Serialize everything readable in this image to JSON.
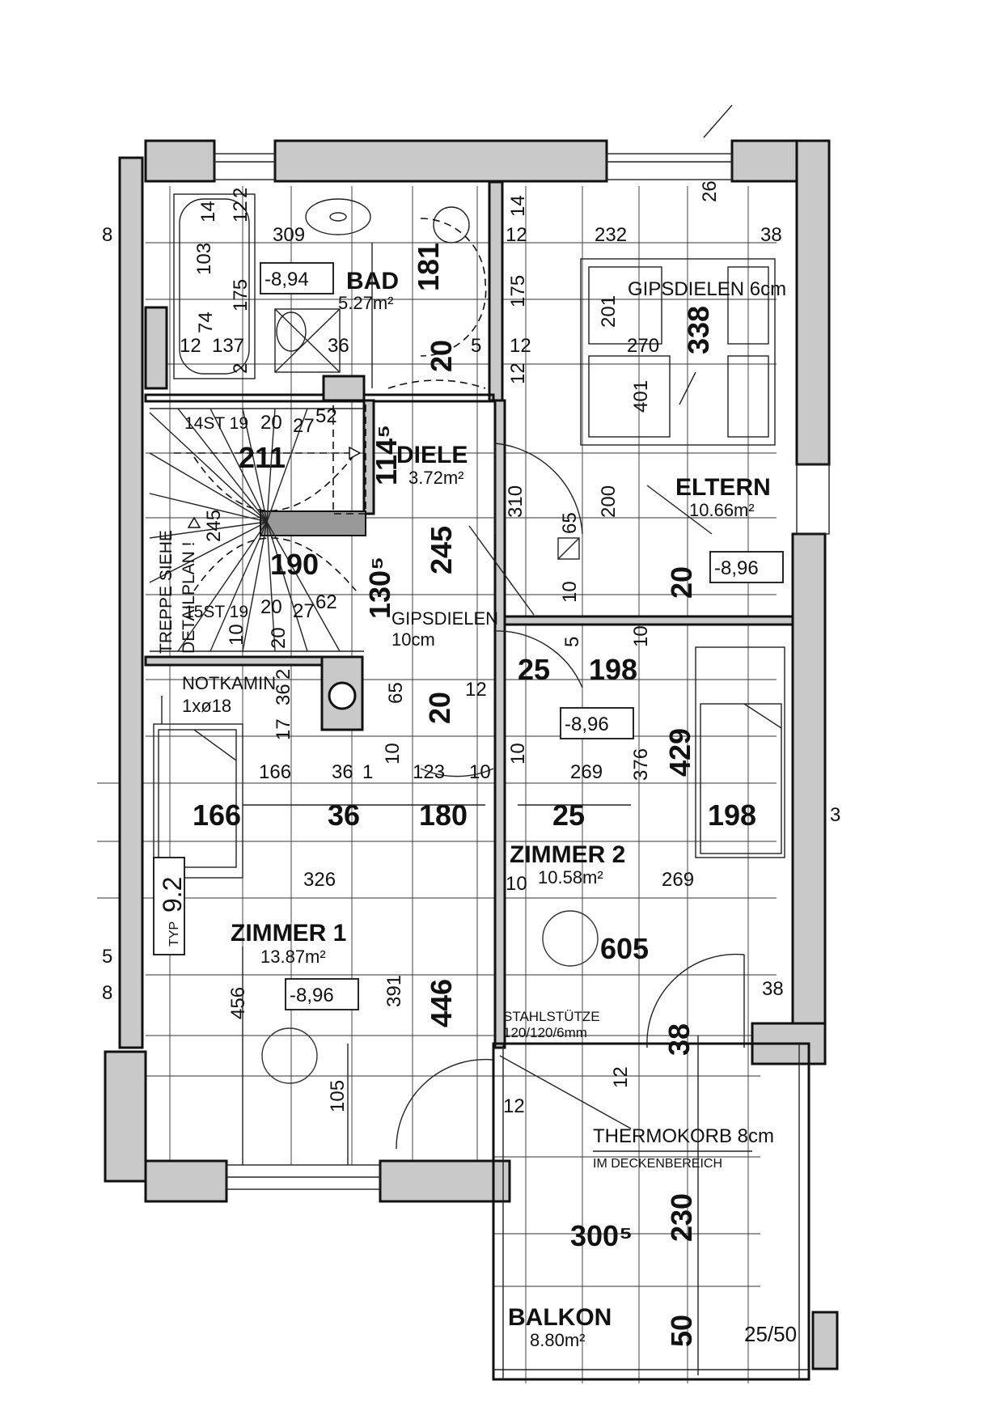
{
  "rooms": {
    "bad": {
      "name": "BAD",
      "area": "5.27m²",
      "level": "-8,94"
    },
    "diele": {
      "name": "DIELE",
      "area": "3.72m²"
    },
    "eltern": {
      "name": "ELTERN",
      "area": "10.66m²",
      "level": "-8,96"
    },
    "zimmer1": {
      "name": "ZIMMER 1",
      "area": "13.87m²",
      "level": "-8,96"
    },
    "zimmer2": {
      "name": "ZIMMER 2",
      "area": "10.58m²",
      "level": "-8,96"
    },
    "balkon": {
      "name": "BALKON",
      "area": "8.80m²"
    }
  },
  "notes": {
    "gipsdielen6": "GIPSDIELEN 6cm",
    "gipsdielen10_a": "GIPSDIELEN",
    "gipsdielen10_b": "10cm",
    "notkamin_a": "NOTKAMIN",
    "notkamin_b": "1xø18",
    "treppe_a": "TREPPE SIEHE",
    "treppe_b": "DETAILPLAN !",
    "stairs_upper": "14ST 19",
    "stairs_lower": "15ST 19",
    "stahl_a": "STAHLSTÜTZE",
    "stahl_b": "120/120/6mm",
    "thermo_a": "THERMOKORB 8cm",
    "thermo_b": "IM DECKENBEREICH",
    "typ_label": "TYP",
    "typ_value": "9.2",
    "pillar": "25/50"
  },
  "dims_bold": {
    "d181": "181",
    "d20_bad": "20",
    "d338": "338",
    "d211": "211",
    "d1145": "114⁵",
    "d245": "245",
    "d190": "190",
    "d1305": "130⁵",
    "d20_diele": "20",
    "d20_eltern": "20",
    "d25_a": "25",
    "d198_a": "198",
    "d429": "429",
    "d166": "166",
    "d36": "36",
    "d180": "180",
    "d25_b": "25",
    "d198_b": "198",
    "d605": "605",
    "d446": "446",
    "d38_balk": "38",
    "d3005": "300⁵",
    "d230": "230",
    "d50": "50"
  },
  "dims_small": {
    "s14a": "14",
    "s12a": "12",
    "s2": "2",
    "s309": "309",
    "s103": "103",
    "s175a": "175",
    "s74": "74",
    "s12b": "12",
    "s137": "137",
    "s2b": "2",
    "s36a": "36",
    "s5a": "5",
    "s14b": "14",
    "s12c": "12",
    "s232": "232",
    "s26": "26",
    "s38a": "38",
    "s175b": "175",
    "s12d": "12",
    "s12e": "12",
    "s201": "201",
    "s270": "270",
    "s401": "401",
    "s310": "310",
    "s65a": "65",
    "s200": "200",
    "s10a": "10",
    "s20a": "20",
    "s27a": "27",
    "s52": "52",
    "s20b": "20",
    "s27b": "27",
    "s62": "62",
    "s10b": "10",
    "s20c": "20",
    "s5b": "5",
    "s10c": "10",
    "s36b": "36",
    "s2c": "2",
    "s17": "17",
    "s65b": "65",
    "s12f": "12",
    "s10d": "10",
    "s10e": "10",
    "s269a": "269",
    "s376": "376",
    "s166": "166",
    "s36c": "36",
    "s1": "1",
    "s123": "123",
    "s10f": "10",
    "s326": "326",
    "s10g": "10",
    "s269b": "269",
    "s456": "456",
    "s391": "391",
    "s105": "105",
    "s38b": "38",
    "s12g": "12",
    "s12h": "12",
    "s245": "245",
    "s3": "3",
    "s8": "8",
    "s5c": "5",
    "s8b": "8"
  }
}
